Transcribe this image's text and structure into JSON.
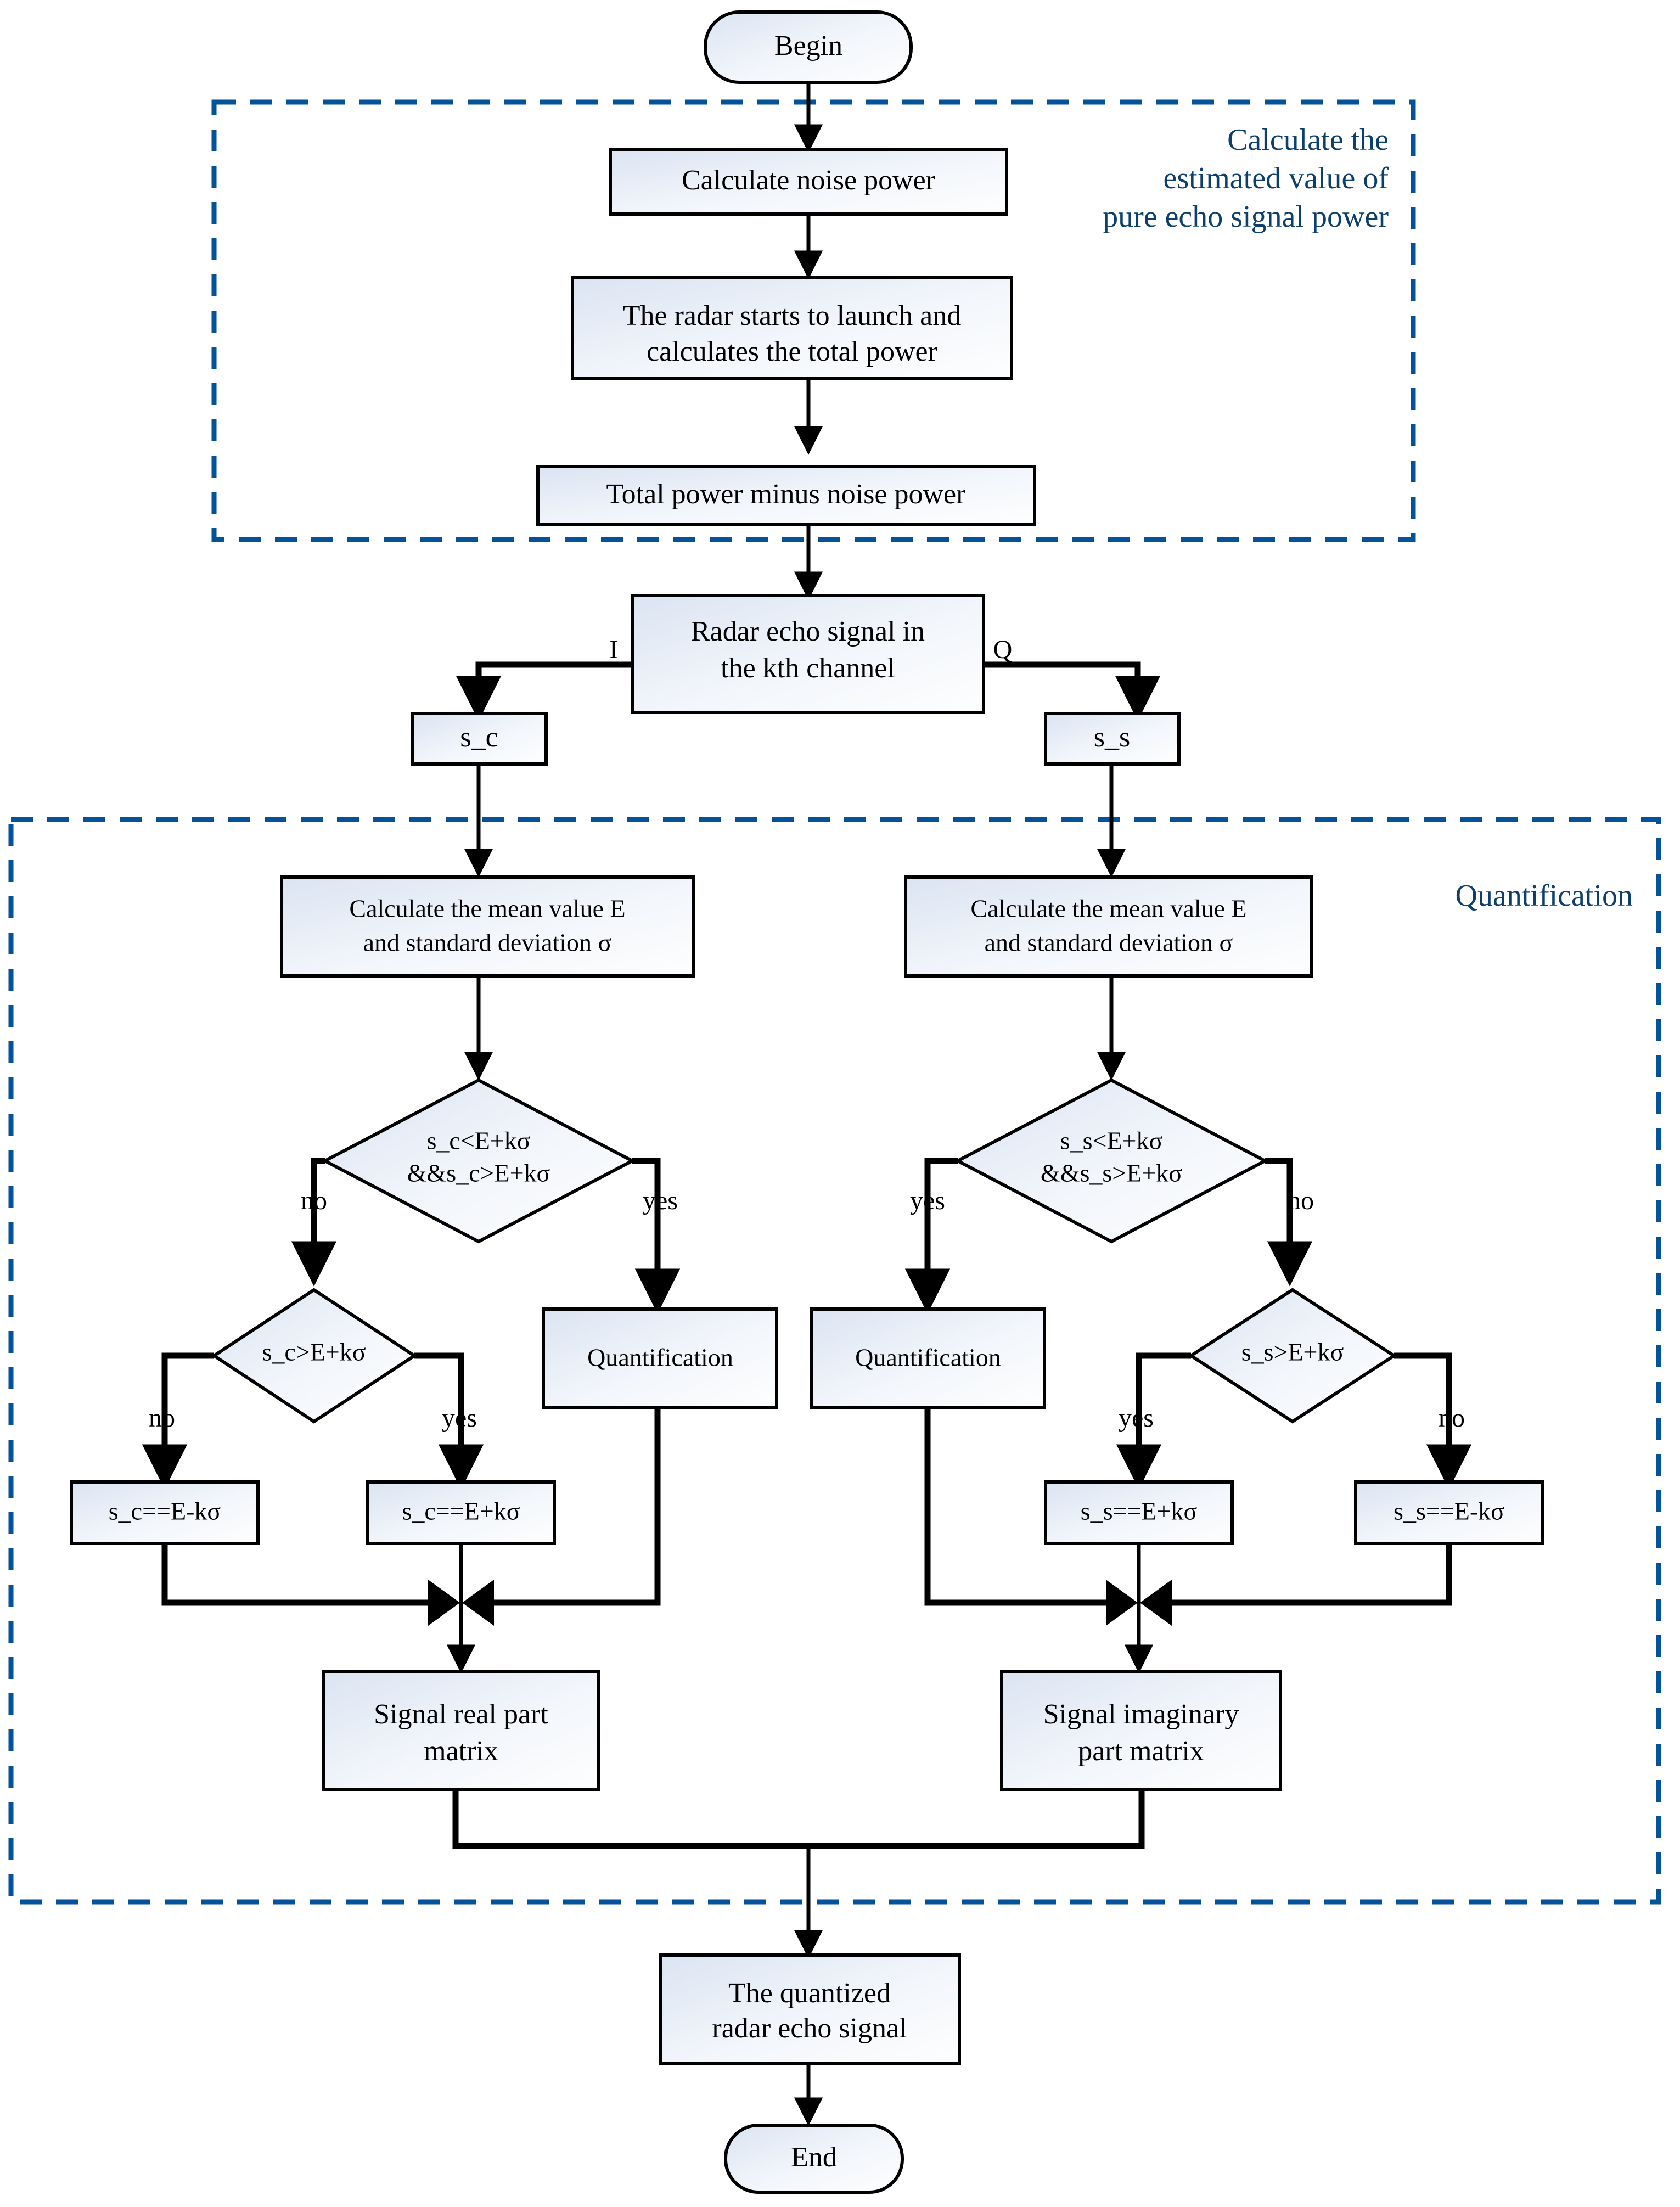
{
  "diagram": {
    "title": "Radar echo signal quantification flowchart",
    "colors": {
      "group_border": "#03529a",
      "group_label_text": "#0d3f6e",
      "node_stroke": "#000000",
      "node_fill_start": "#dfe7f3",
      "node_fill_end": "#fbfcfe",
      "connector": "#000000"
    },
    "groups": [
      {
        "id": "group-estimate",
        "label": "Calculate the estimated value of pure echo signal power",
        "label_lines": [
          "Calculate the",
          "estimated value of",
          "pure echo signal power"
        ]
      },
      {
        "id": "group-quantification",
        "label": "Quantification",
        "label_lines": [
          "Quantification"
        ]
      }
    ],
    "nodes": {
      "begin": {
        "type": "terminator",
        "label": "Begin"
      },
      "calc_noise_power": {
        "type": "process",
        "label": "Calculate noise power"
      },
      "radar_launch": {
        "type": "process",
        "label_lines": [
          "The radar starts to launch and",
          "calculates the total power"
        ]
      },
      "total_minus_noise": {
        "type": "process",
        "label": "Total power minus noise power"
      },
      "radar_echo_kth": {
        "type": "process",
        "label_lines": [
          "Radar echo signal in",
          "the kth channel"
        ]
      },
      "s_c": {
        "type": "process",
        "label": "s_c"
      },
      "s_s": {
        "type": "process",
        "label": "s_s"
      },
      "calc_mean_left": {
        "type": "process",
        "label_lines": [
          "Calculate the mean value E",
          "and standard deviation σ"
        ]
      },
      "calc_mean_right": {
        "type": "process",
        "label_lines": [
          "Calculate the mean value E",
          "and standard deviation σ"
        ]
      },
      "decision_left_1": {
        "type": "decision",
        "label_lines": [
          "s_c<E+kσ",
          "&&s_c>E+kσ"
        ]
      },
      "decision_right_1": {
        "type": "decision",
        "label_lines": [
          "s_s<E+kσ",
          "&&s_s>E+kσ"
        ]
      },
      "decision_left_2": {
        "type": "decision",
        "label": "s_c>E+kσ"
      },
      "decision_right_2": {
        "type": "decision",
        "label": "s_s>E+kσ"
      },
      "quant_left": {
        "type": "process",
        "label": "Quantification"
      },
      "quant_right": {
        "type": "process",
        "label": "Quantification"
      },
      "assign_sc_minus": {
        "type": "process",
        "label": "s_c==E-kσ"
      },
      "assign_sc_plus": {
        "type": "process",
        "label": "s_c==E+kσ"
      },
      "assign_ss_plus": {
        "type": "process",
        "label": "s_s==E+kσ"
      },
      "assign_ss_minus": {
        "type": "process",
        "label": "s_s==E-kσ"
      },
      "real_part_matrix": {
        "type": "process",
        "label_lines": [
          "Signal real part",
          "matrix"
        ]
      },
      "imag_part_matrix": {
        "type": "process",
        "label_lines": [
          "Signal imaginary",
          "part matrix"
        ]
      },
      "quantized_echo": {
        "type": "process",
        "label_lines": [
          "The quantized",
          "radar echo signal"
        ]
      },
      "end": {
        "type": "terminator",
        "label": "End"
      }
    },
    "edge_labels": {
      "branch_i": "I",
      "branch_q": "Q",
      "left1_no": "no",
      "left1_yes": "yes",
      "right1_yes": "yes",
      "right1_no": "no",
      "left2_no": "no",
      "left2_yes": "yes",
      "right2_yes": "yes",
      "right2_no": "no"
    }
  }
}
